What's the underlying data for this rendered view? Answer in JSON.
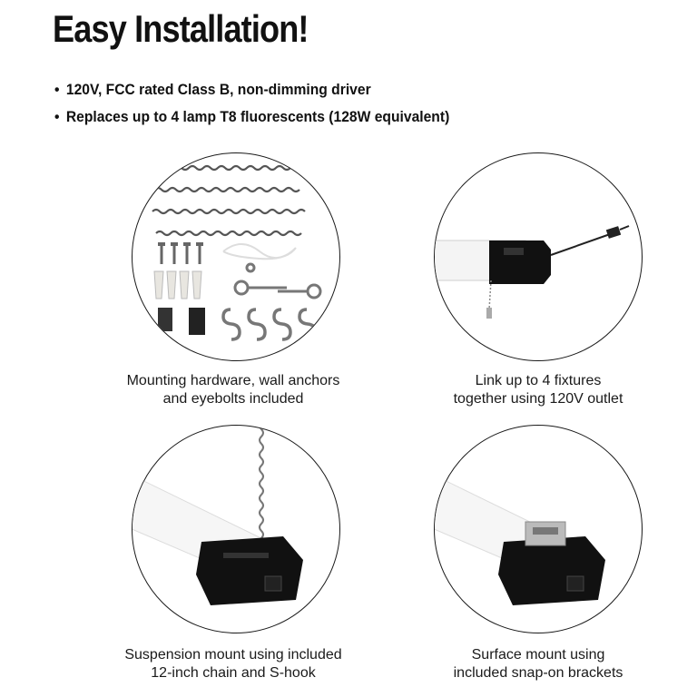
{
  "title": "Easy Installation!",
  "bullets": [
    "120V, FCC rated Class B, non-dimming driver",
    "Replaces up to 4 lamp T8 fluorescents (128W equivalent)"
  ],
  "bullet_glyph": "•",
  "panels": [
    {
      "caption_line1": "Mounting hardware, wall anchors",
      "caption_line2": "and eyebolts included"
    },
    {
      "caption_line1": "Link up to 4 fixtures",
      "caption_line2": "together using 120V outlet"
    },
    {
      "caption_line1": "Suspension mount using included",
      "caption_line2": "12-inch chain and S-hook"
    },
    {
      "caption_line1": "Surface mount using",
      "caption_line2": "included snap-on brackets"
    }
  ]
}
